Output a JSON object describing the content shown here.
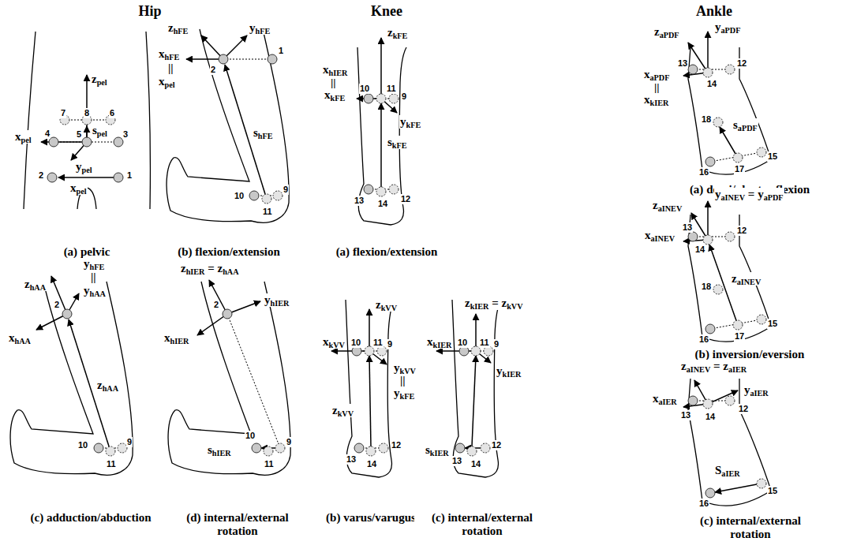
{
  "diagram": {
    "labels": [
      "Hip",
      "Knee",
      "Ankle",
      "zpel",
      "7",
      "8",
      "6",
      "spel",
      "xpel",
      "4",
      "5",
      "3",
      "ypel",
      "2",
      "1",
      "xpel",
      "(a) pelvic",
      "zhFE",
      "yhFE",
      "xhFE",
      "||",
      "xpel",
      "1",
      "2",
      "shFE",
      "10",
      "9",
      "11",
      "(b) flexion/extension",
      "zhAA",
      "yhFE",
      "||",
      "yhAA",
      "xhAA",
      "2",
      "zhAA",
      "10",
      "9",
      "11",
      "(c) adduction/abduction",
      "zhIER = zhAA",
      "xhIER",
      "yhIER",
      "2",
      "shIER",
      "10",
      "9",
      "11",
      "(d) internal/external rotation",
      "zkFE",
      "xhIER",
      "||",
      "xkFE",
      "ykFE",
      "10",
      "11",
      "9",
      "skFE",
      "13",
      "14",
      "12",
      "(a) flexion/extension",
      "zkVV",
      "xkVV",
      "10",
      "11",
      "9",
      "ykVV",
      "||",
      "ykFE",
      "zkVV",
      "13",
      "14",
      "12",
      "(b) varus/varugus",
      "zkIER = zkVV",
      "xkIER",
      "10",
      "11",
      "9",
      "ykIER",
      "skIER",
      "13",
      "14",
      "12",
      "(c) internal/external rotation",
      "zaPDF",
      "yaPDF",
      "xaPDF",
      "||",
      "xkIER",
      "13",
      "14",
      "12",
      "18",
      "saPDF",
      "17",
      "16",
      "15",
      "(a) dorsi/plantar flexion",
      "yaINEV = yaPDF",
      "zaINEV",
      "xaINEV",
      "13",
      "14",
      "12",
      "18",
      "zaINEV",
      "17",
      "16",
      "15",
      "(b) inversion/eversion",
      "zaINEV = zaIER",
      "xaIER",
      "yaIER",
      "13",
      "14",
      "12",
      "SaIER",
      "16",
      "15",
      "(c) internal/external rotation"
    ]
  }
}
